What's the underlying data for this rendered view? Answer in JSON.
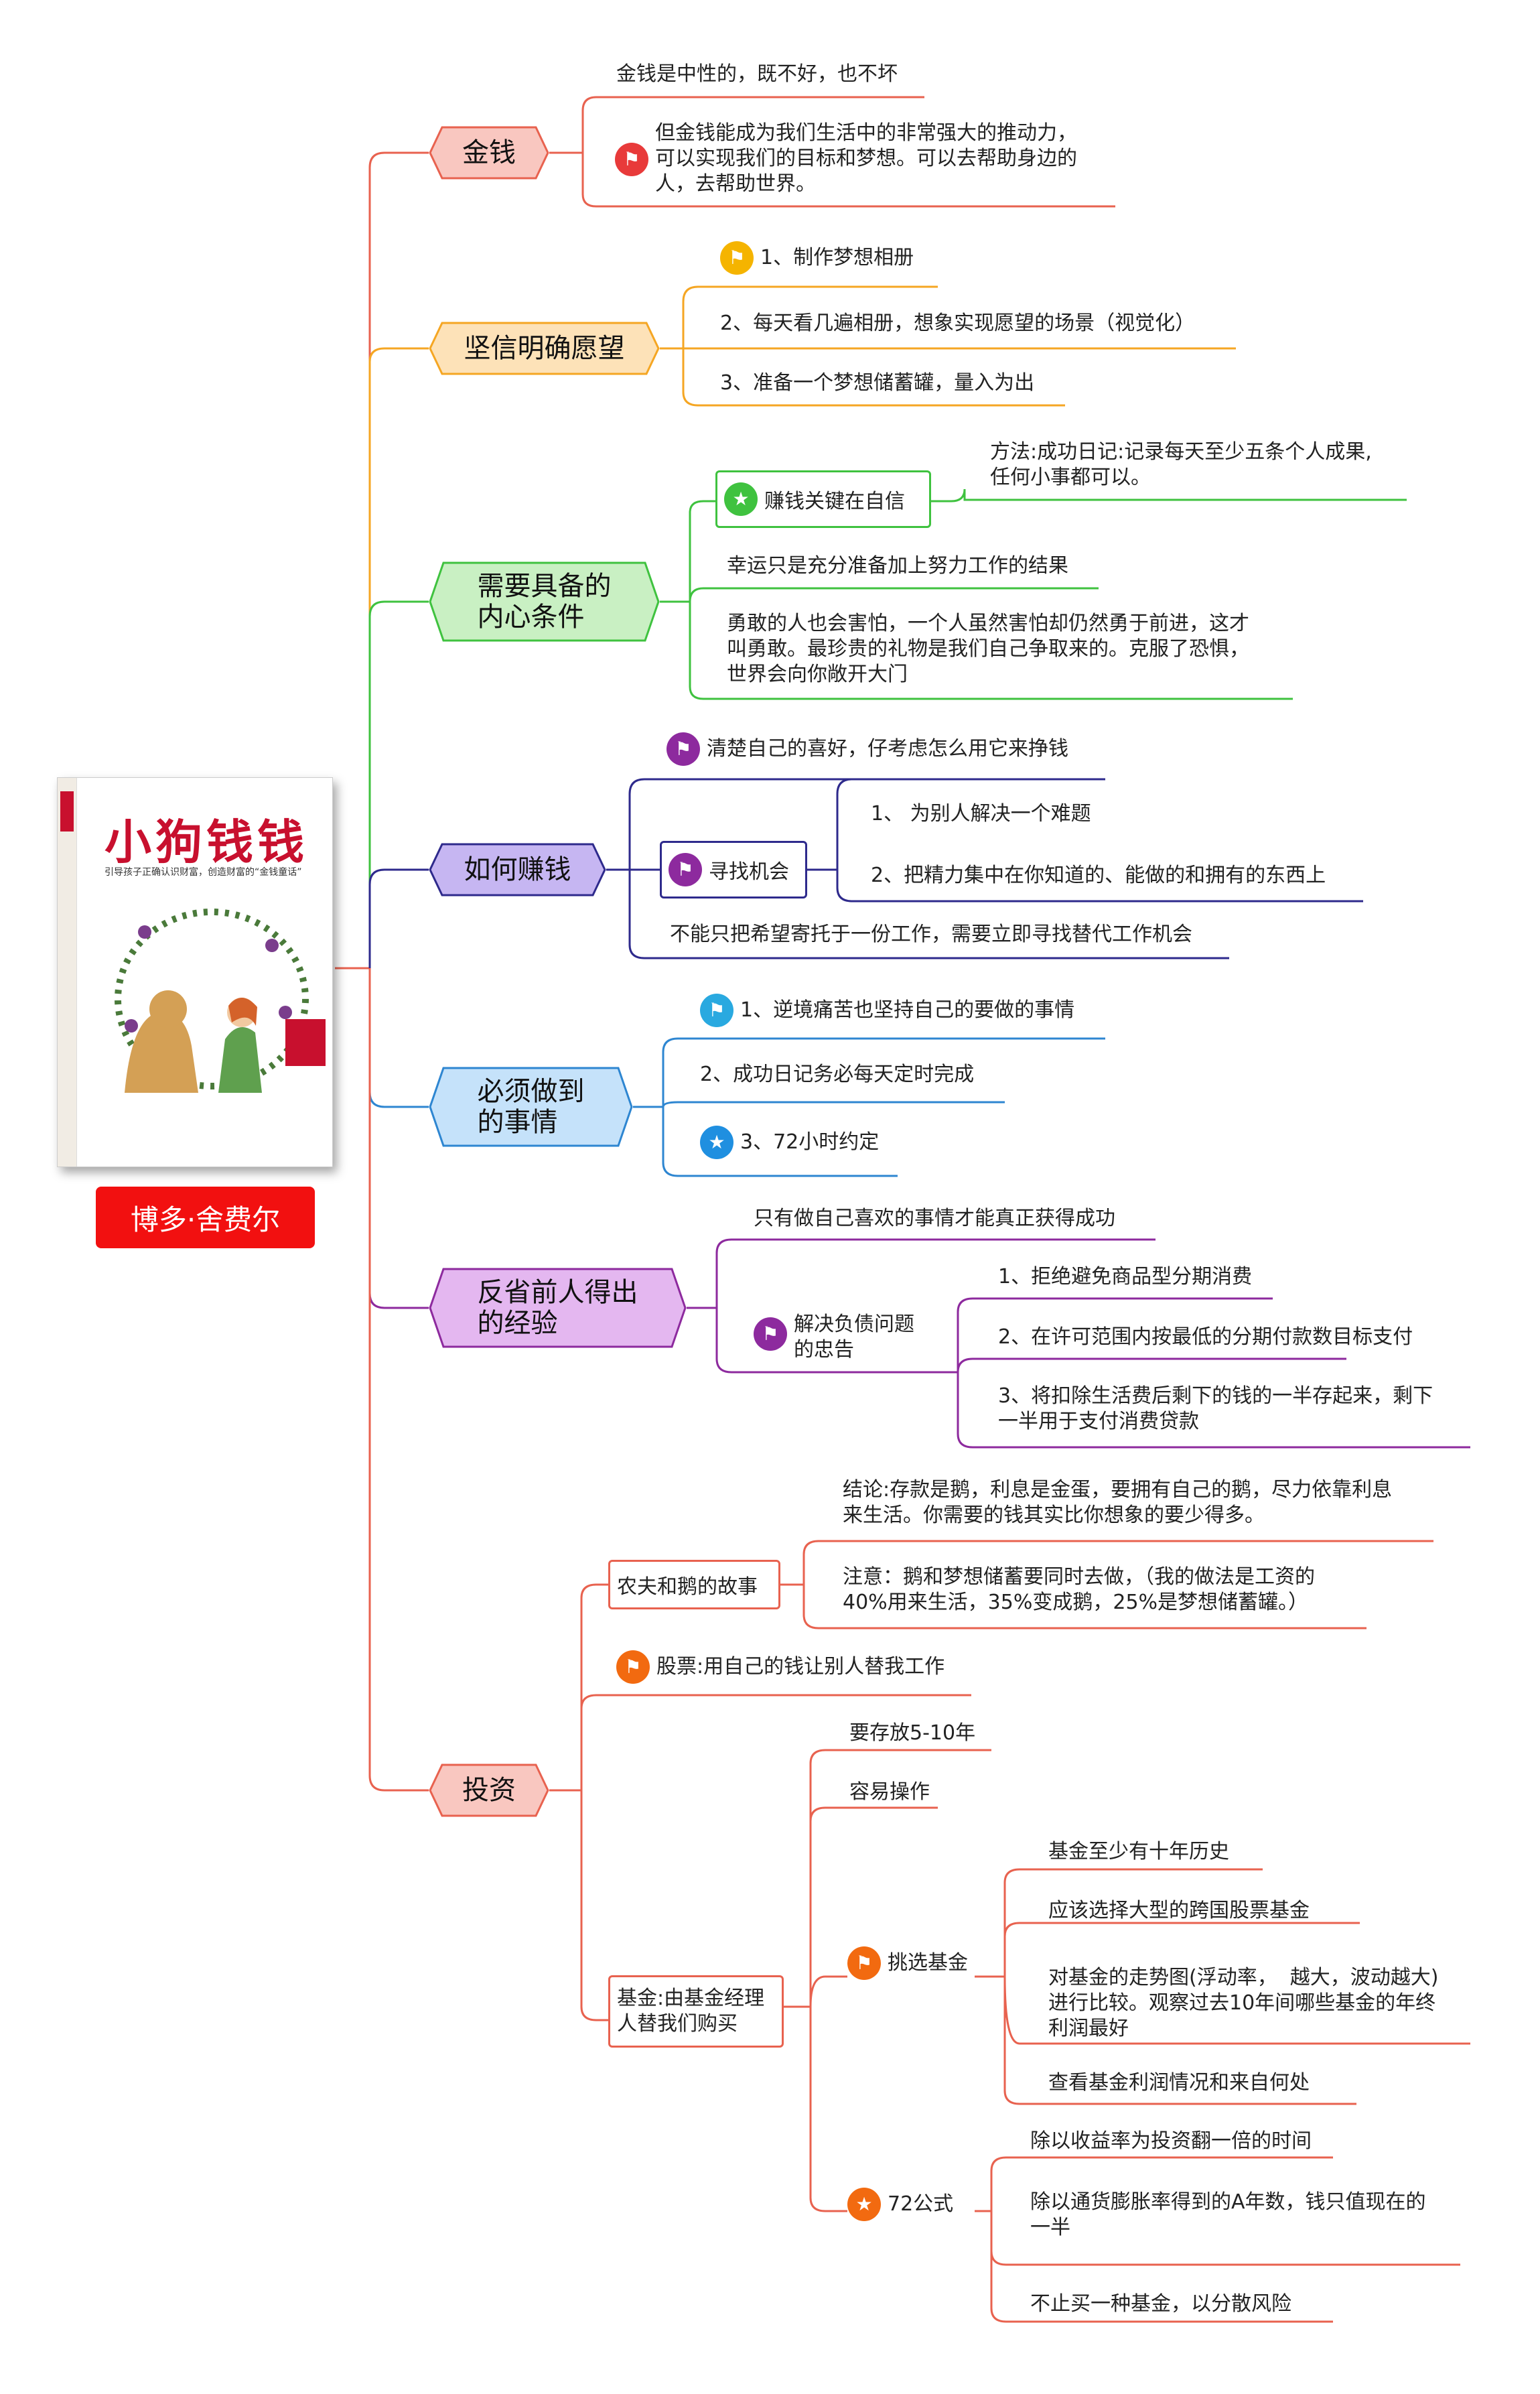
{
  "book": {
    "title": "小狗钱钱",
    "subtitle": "引导孩子正确认识财富，创造财富的“金钱童话”",
    "author": "博多·舍费尔"
  },
  "colors": {
    "money": "#e8624f",
    "wish": "#f5a623",
    "inner": "#3fc23f",
    "earn": "#2e2a8c",
    "must": "#2e86d1",
    "reflect": "#8d2a9e",
    "invest": "#e8624f"
  },
  "branches": {
    "money": {
      "label": "金钱",
      "items": [
        "金钱是中性的，既不好，也不坏",
        "但金钱能成为我们生活中的非常强大的推动力，\n可以实现我们的目标和梦想。可以去帮助身边的\n人，去帮助世界。"
      ],
      "icons": [
        "flag-icon"
      ]
    },
    "wish": {
      "label": "坚信明确愿望",
      "items": [
        "1、制作梦想相册",
        "2、每天看几遍相册，想象实现愿望的场景（视觉化）",
        "3、准备一个梦想储蓄罐，量入为出"
      ],
      "icons": [
        "flag-icon"
      ]
    },
    "inner": {
      "label": "需要具备的\n内心条件",
      "key": "赚钱关键在自信",
      "key_detail": "方法:成功日记:记录每天至少五条个人成果,\n任何小事都可以。",
      "items": [
        "幸运只是充分准备加上努力工作的结果",
        "勇敢的人也会害怕，一个人虽然害怕却仍然勇于前进，这才\n叫勇敢。最珍贵的礼物是我们自己争取来的。克服了恐惧，\n世界会向你敞开大门"
      ],
      "icons": [
        "star-icon"
      ]
    },
    "earn": {
      "label": "如何赚钱",
      "first": "清楚自己的喜好，仔考虑怎么用它来挣钱",
      "find": "寻找机会",
      "find_items": [
        "1、 为别人解决一个难题",
        "2、把精力集中在你知道的、能做的和拥有的东西上"
      ],
      "last": "不能只把希望寄托于一份工作，需要立即寻找替代工作机会",
      "icons": [
        "flag-icon",
        "flag-icon"
      ]
    },
    "must": {
      "label": "必须做到\n的事情",
      "items": [
        "1、逆境痛苦也坚持自己的要做的事情",
        "2、成功日记务必每天定时完成",
        "3、72小时约定"
      ],
      "icons": [
        "flag-icon",
        "star-icon"
      ]
    },
    "reflect": {
      "label": "反省前人得出\n的经验",
      "first": "只有做自己喜欢的事情才能真正获得成功",
      "debt": "解决负债问题\n的忠告",
      "debt_items": [
        "1、拒绝避免商品型分期消费",
        "2、在许可范围内按最低的分期付款数目标支付",
        "3、将扣除生活费后剩下的钱的一半存起来，剩下\n一半用于支付消费贷款"
      ],
      "icons": [
        "flag-icon"
      ]
    },
    "invest": {
      "label": "投资",
      "goose": "农夫和鹅的故事",
      "goose_items": [
        "结论:存款是鹅，利息是金蛋，要拥有自己的鹅，尽力依靠利息\n来生活。你需要的钱其实比你想象的要少得多。",
        "注意：鹅和梦想储蓄要同时去做，（我的做法是工资的\n40%用来生活，35%变成鹅，25%是梦想储蓄罐。）"
      ],
      "stock": "股票:用自己的钱让别人替我工作",
      "fund": "基金:由基金经理\n人替我们购买",
      "fund_items": [
        "要存放5-10年",
        "容易操作"
      ],
      "pick": "挑选基金",
      "pick_items": [
        "基金至少有十年历史",
        "应该选择大型的跨国股票基金",
        "对基金的走势图(浮动率，  越大，波动越大)\n进行比较。观察过去10年间哪些基金的年终\n利润最好",
        "查看基金利润情况和来自何处"
      ],
      "rule72": "72公式",
      "rule72_items": [
        "除以收益率为投资翻一倍的时间",
        "除以通货膨胀率得到的A年数，钱只值现在的\n一半",
        "不止买一种基金，以分散风险"
      ],
      "icons": [
        "flag-icon",
        "flag-icon",
        "star-icon"
      ]
    }
  }
}
